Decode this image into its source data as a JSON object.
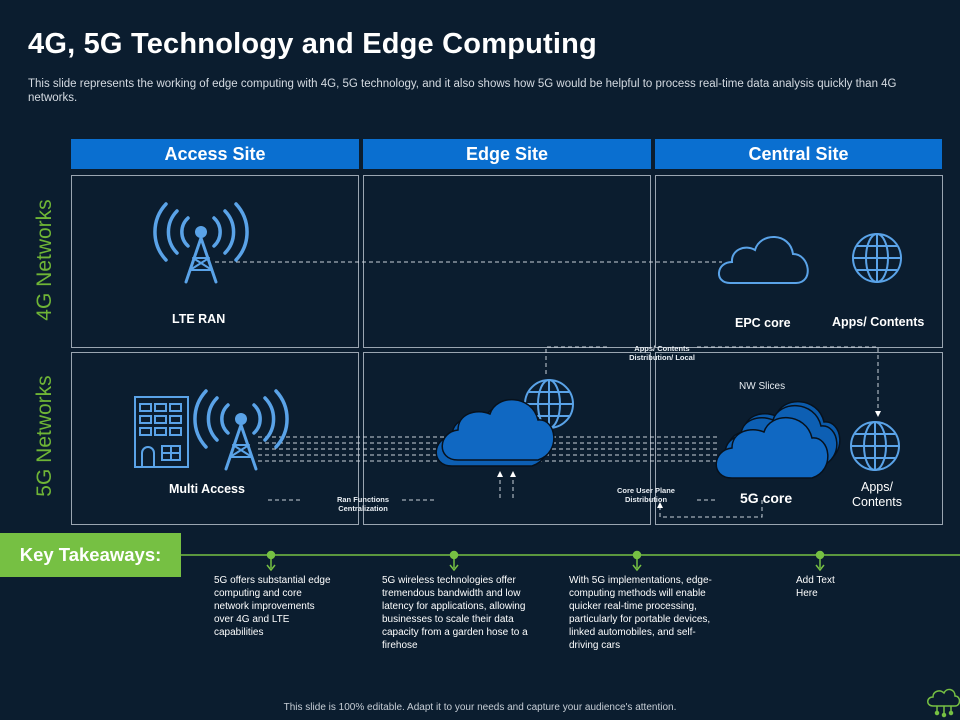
{
  "slide": {
    "title": "4G, 5G Technology and Edge Computing",
    "subtitle": "This slide represents the working of edge computing with 4G, 5G technology, and it also shows how 5G would be helpful to process real-time data analysis quickly than 4G networks.",
    "footer": "This slide is 100% editable. Adapt it to your needs and capture your audience's attention."
  },
  "columns": [
    "Access Site",
    "Edge Site",
    "Central Site"
  ],
  "rows": [
    "4G Networks",
    "5G Networks"
  ],
  "labels": {
    "lte_ran": "LTE RAN",
    "epc_core": "EPC core",
    "apps_contents_4g": "Apps/ Contents",
    "multi_access": "Multi  Access",
    "ran_functions": "Ran Functions Centralization",
    "apps_distribution": "Apps/ Contents Distribution/ Local",
    "nw_slices": "NW Slices",
    "core_user_plane": "Core User  Plane Distribution",
    "core_5g": "5G core",
    "apps_contents_5g": "Apps/ Contents"
  },
  "takeaways": {
    "heading": "Key Takeaways:",
    "items": [
      "5G offers substantial edge computing and core network improvements over 4G and LTE capabilities",
      "5G wireless technologies offer tremendous bandwidth and low latency for applications, allowing businesses to scale their data capacity from a garden hose to a firehose",
      "With 5G implementations, edge-computing methods will enable quicker real-time processing, particularly for portable devices, linked automobiles, and self-driving cars",
      "Add Text Here"
    ]
  },
  "colors": {
    "background": "#0b1d2f",
    "header_blue": "#0a6fd0",
    "accent_green": "#76c043",
    "icon_blue": "#5aa3e8",
    "cloud_blue": "#0d5fb3"
  },
  "icons": [
    "antenna-tower-icon",
    "cloud-icon",
    "globe-icon",
    "building-icon",
    "cloud-network-logo-icon"
  ]
}
